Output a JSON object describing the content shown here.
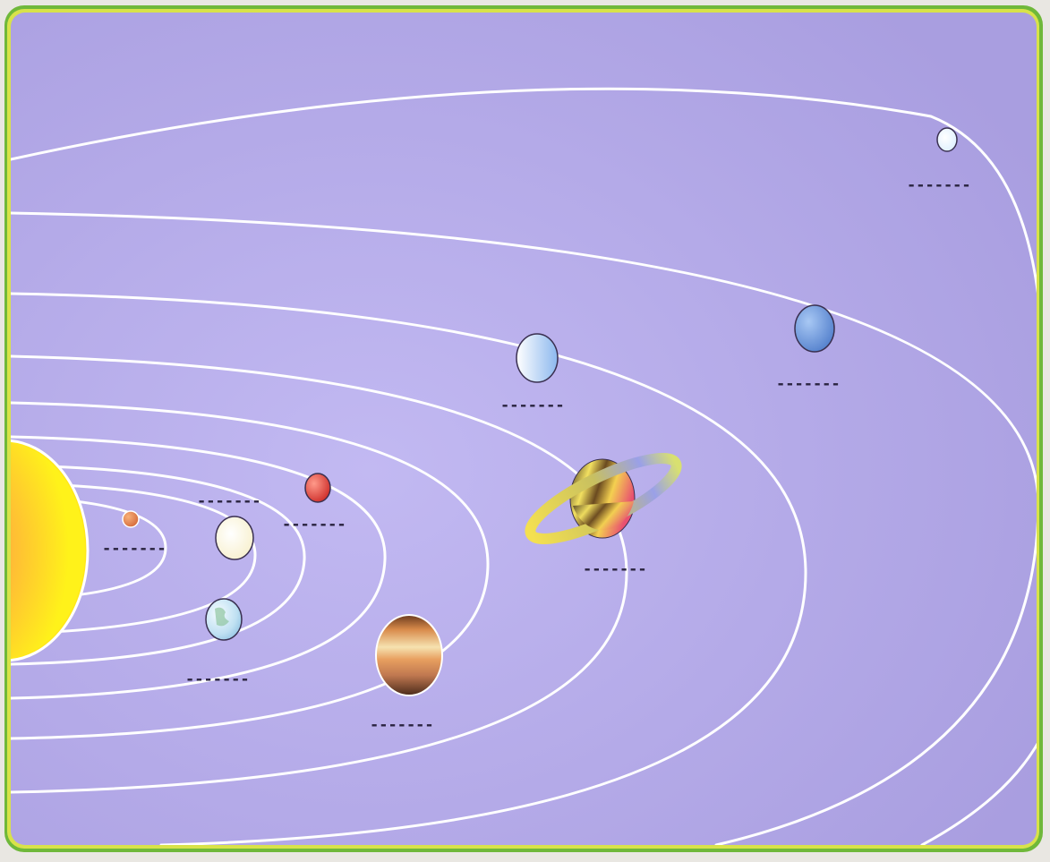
{
  "colors": {
    "background": "#a99ee0",
    "background_glow": "#c2b9f2",
    "border_outer": "#6fb83a",
    "border_inner": "#d8e24a",
    "orbit": "#ffffff",
    "label_blank": "#2a2440",
    "sun_core": "#ff7a3a",
    "sun_edge": "#ffe81a"
  },
  "diagram": {
    "subject": "solar system",
    "blank_label": "-------",
    "bodies": [
      {
        "id": "sun",
        "icon": "sun-icon",
        "colors": [
          "#ff6a3a",
          "#ffb33a",
          "#fff21a"
        ]
      },
      {
        "id": "planet-1",
        "icon": "small-orange-planet-icon",
        "colors": [
          "#f2a060",
          "#d06030"
        ]
      },
      {
        "id": "planet-2",
        "icon": "cream-planet-icon",
        "colors": [
          "#ffffff",
          "#f6edc4"
        ]
      },
      {
        "id": "planet-3",
        "icon": "earth-planet-icon",
        "colors": [
          "#eef6ff",
          "#8fc4e6"
        ]
      },
      {
        "id": "planet-4",
        "icon": "red-planet-icon",
        "colors": [
          "#ff8a7a",
          "#d02a2a"
        ]
      },
      {
        "id": "planet-5",
        "icon": "banded-planet-icon",
        "colors": [
          "#f6e2b0",
          "#d08040",
          "#5a3020"
        ]
      },
      {
        "id": "planet-6",
        "icon": "ringed-planet-icon",
        "colors": [
          "#f2e060",
          "#3a2a1a",
          "#e85070"
        ]
      },
      {
        "id": "planet-7",
        "icon": "pale-blue-planet-icon",
        "colors": [
          "#ffffff",
          "#9cc4f0"
        ]
      },
      {
        "id": "planet-8",
        "icon": "blue-planet-icon",
        "colors": [
          "#8fb4ec",
          "#4a78c8"
        ]
      },
      {
        "id": "planet-9",
        "icon": "tiny-pale-planet-icon",
        "colors": [
          "#ffffff",
          "#dff0ff"
        ]
      }
    ]
  }
}
